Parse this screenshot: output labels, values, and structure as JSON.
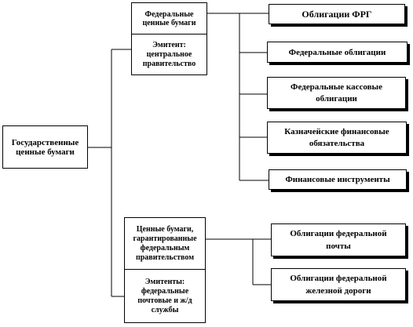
{
  "root": {
    "label": "Государственные ценные бумаги"
  },
  "group_federal": {
    "title": "Федеральные ценные бумаги",
    "issuer": "Эмитент: центральное правительство",
    "children": [
      "Облигации ФРГ",
      "Федеральные облигации",
      "Федеральные кассовые облигации",
      "Казначейские финансовые обязательства",
      "Финансовые инструменты"
    ]
  },
  "group_guaranteed": {
    "title": "Ценные бумаги, гарантированные федеральным правительством",
    "issuer": "Эмитенты: федеральные почтовые и ж/д службы",
    "children": [
      "Облигации федеральной почты",
      "Облигации федеральной железной дороги"
    ]
  }
}
